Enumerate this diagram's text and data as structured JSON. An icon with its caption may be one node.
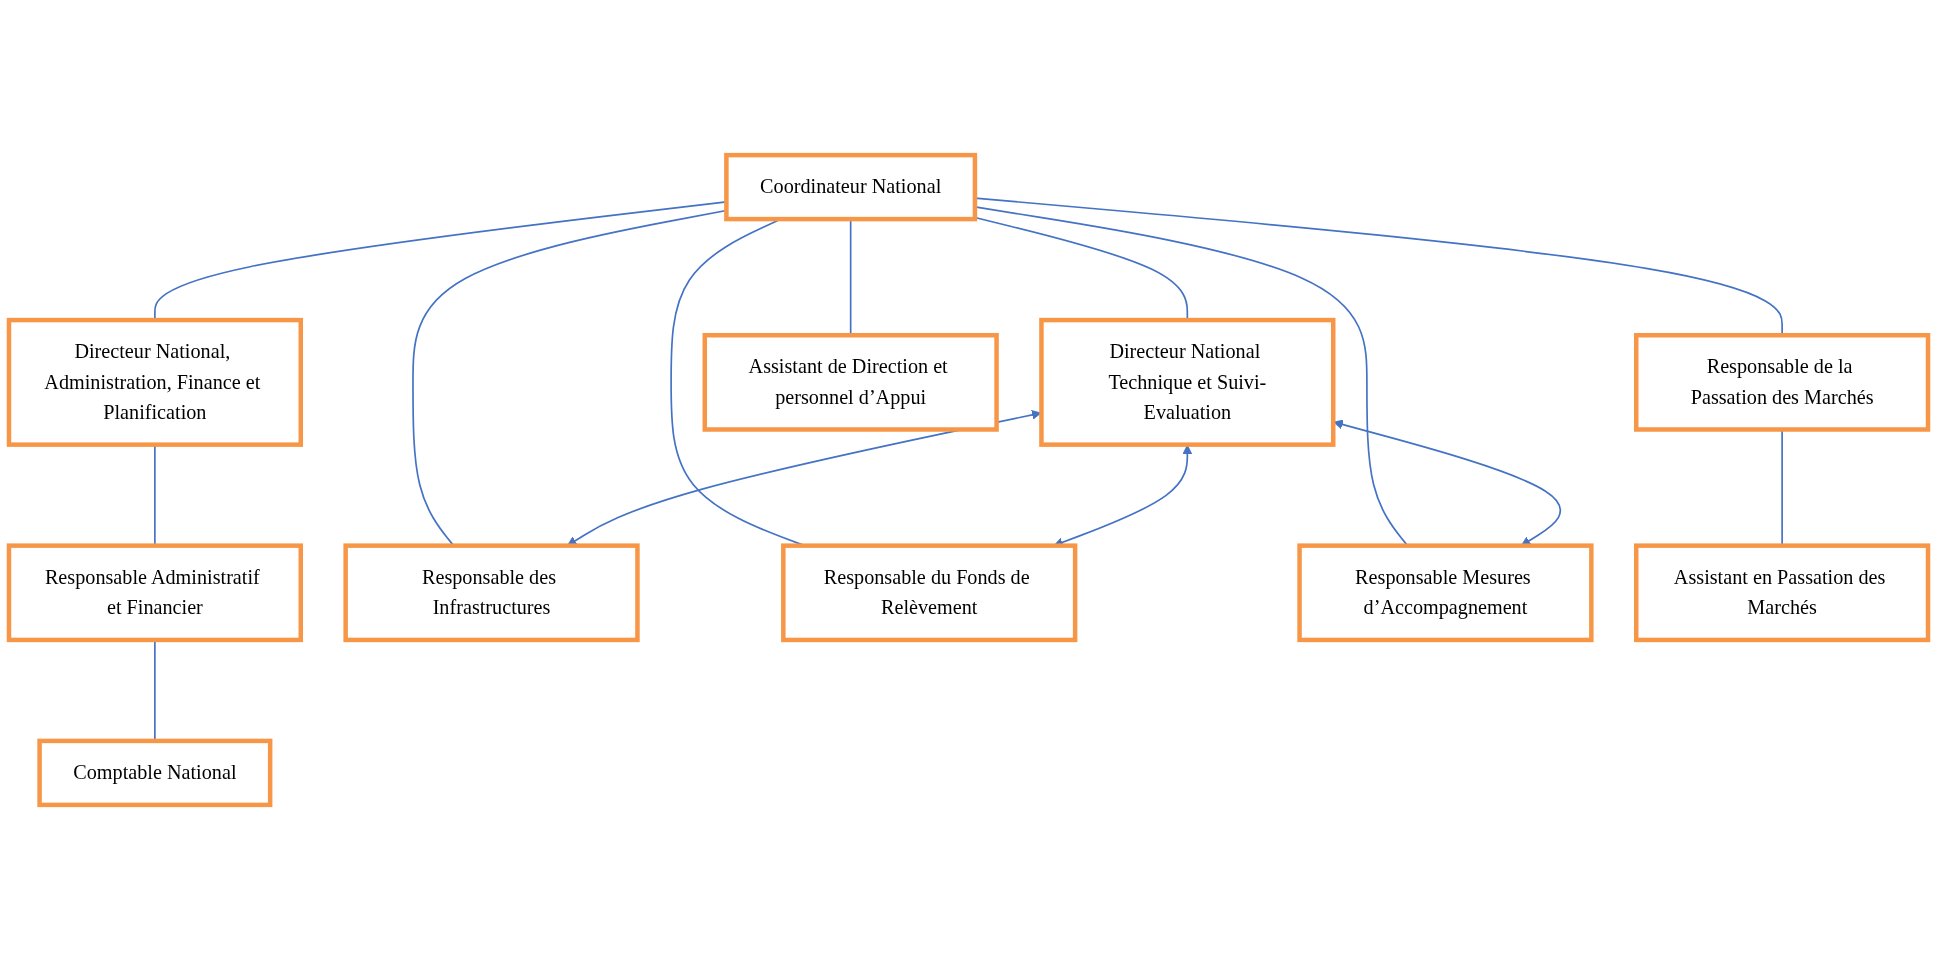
{
  "diagram": {
    "nodes": [
      {
        "text": [
          "Coordinateur National"
        ]
      },
      {
        "text": [
          "Directeur National, Administration, Finance et Planification"
        ]
      },
      {
        "text": [
          "Directeur National Technique et Suivi-Evaluation"
        ]
      },
      {
        "text": [
          "Responsable de la Passation des Marchés"
        ]
      },
      {
        "text": [
          "Responsable Administratif et Financier"
        ]
      },
      {
        "text": [
          "Responsable des Infrastructures"
        ]
      },
      {
        "text": [
          "Responsable du Fonds de Relèvement"
        ]
      },
      {
        "text": [
          "Responsable Mesures d’Accompagnement"
        ]
      },
      {
        "text": [
          "Assistant en Passation des Marchés"
        ]
      },
      {
        "text": [
          "Comptable National"
        ]
      },
      {
        "text": [
          "Assistant de Direction et personnel d’Appui"
        ]
      }
    ],
    "edges": [
      {
        "from": 0,
        "to": 3,
        "arrow": "none"
      },
      {
        "from": 0,
        "to": 1,
        "arrow": "none"
      },
      {
        "from": 0,
        "to": 2,
        "arrow": "none"
      },
      {
        "from": 0,
        "to": 5,
        "arrow": "none"
      },
      {
        "from": 0,
        "to": 6,
        "arrow": "none"
      },
      {
        "from": 0,
        "to": 7,
        "arrow": "none"
      },
      {
        "from": 0,
        "to": 10,
        "arrow": "none"
      },
      {
        "from": 2,
        "to": 5,
        "arrow": "both"
      },
      {
        "from": 2,
        "to": 6,
        "arrow": "both"
      },
      {
        "from": 2,
        "to": 7,
        "arrow": "both"
      },
      {
        "from": 1,
        "to": 4,
        "arrow": "none"
      },
      {
        "from": 3,
        "to": 8,
        "arrow": "none"
      },
      {
        "from": 4,
        "to": 9,
        "arrow": "none"
      }
    ]
  }
}
